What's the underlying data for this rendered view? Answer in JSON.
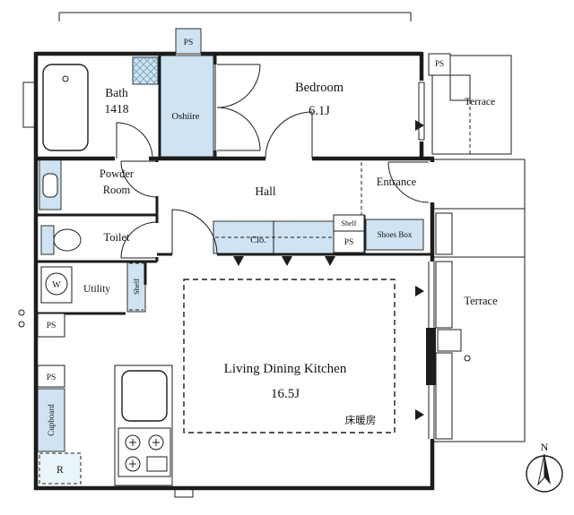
{
  "colors": {
    "wall": "#1c1c1c",
    "fixture_fill": "#cfe3f2"
  },
  "rooms": {
    "bath": {
      "name": "Bath",
      "size": "1418"
    },
    "oshiire": {
      "name": "Oshiire"
    },
    "bedroom": {
      "name": "Bedroom",
      "size": "6.1J"
    },
    "terrace_top": {
      "name": "Terrace"
    },
    "powder_room": {
      "name_line1": "Powder",
      "name_line2": "Room"
    },
    "hall": {
      "name": "Hall"
    },
    "entrance": {
      "name": "Entrance"
    },
    "toilet": {
      "name": "Toilet"
    },
    "utility": {
      "name": "Utility"
    },
    "ldk": {
      "name": "Living Dining Kitchen",
      "size": "16.5J"
    },
    "terrace_right": {
      "name": "Terrace"
    }
  },
  "fixtures": {
    "closet": "Clo.",
    "shoes_box": "Shoes Box",
    "shelf_hall": "Shelf",
    "shelf_utility": "Shelf",
    "cupboard": "Cupboard",
    "refrigerator": "R",
    "washer": "W",
    "floor_heating": "床暖房"
  },
  "ps": {
    "top": "PS",
    "top_right": "PS",
    "hall": "PS",
    "left_upper": "PS",
    "left_lower": "PS"
  },
  "compass": {
    "north": "N"
  }
}
